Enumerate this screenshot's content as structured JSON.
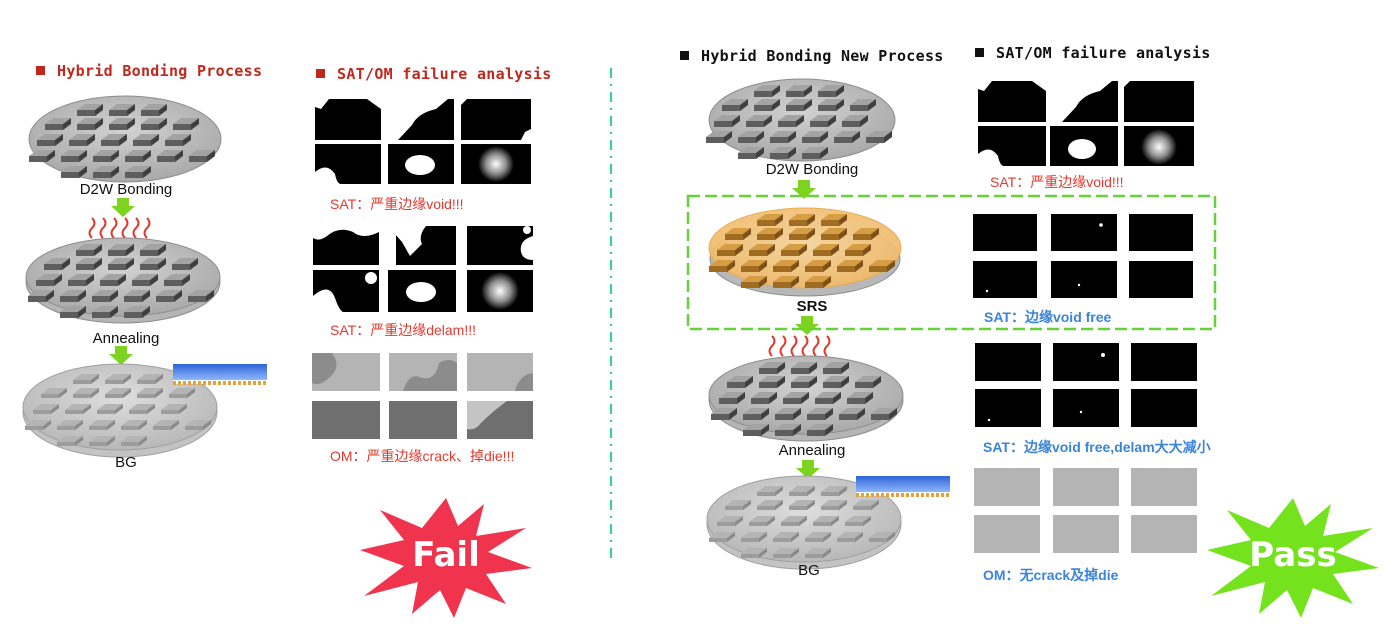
{
  "left": {
    "process_title": "Hybrid Bonding Process",
    "analysis_title": "SAT/OM failure analysis",
    "steps": [
      "D2W Bonding",
      "Annealing",
      "BG"
    ],
    "captions": [
      "SAT：严重边缘void!!!",
      "SAT：严重边缘delam!!!",
      "OM：严重边缘crack、掉die!!!"
    ],
    "result": "Fail"
  },
  "right": {
    "process_title": "Hybrid Bonding New Process",
    "analysis_title": "SAT/OM failure analysis",
    "steps": [
      "D2W Bonding",
      "SRS",
      "Annealing",
      "BG"
    ],
    "captions": [
      "SAT：严重边缘void!!!",
      "SAT：边缘void free",
      "SAT：边缘void free,delam大大减小",
      "OM：无crack及掉die"
    ],
    "result": "Pass"
  },
  "colors": {
    "title_red": "#c0271d",
    "caption_red": "#e23a2f",
    "caption_blue": "#3a84d9",
    "arrow_green": "#7ed321",
    "divider": "#3ccf96",
    "srs_highlight": "#67d13a",
    "fail_burst": "#f0344e",
    "pass_burst": "#74e21d"
  },
  "icons": [
    "heat-waves-icon",
    "down-arrow-icon",
    "grinding-wheel-icon",
    "fail-burst-icon",
    "pass-burst-icon"
  ]
}
